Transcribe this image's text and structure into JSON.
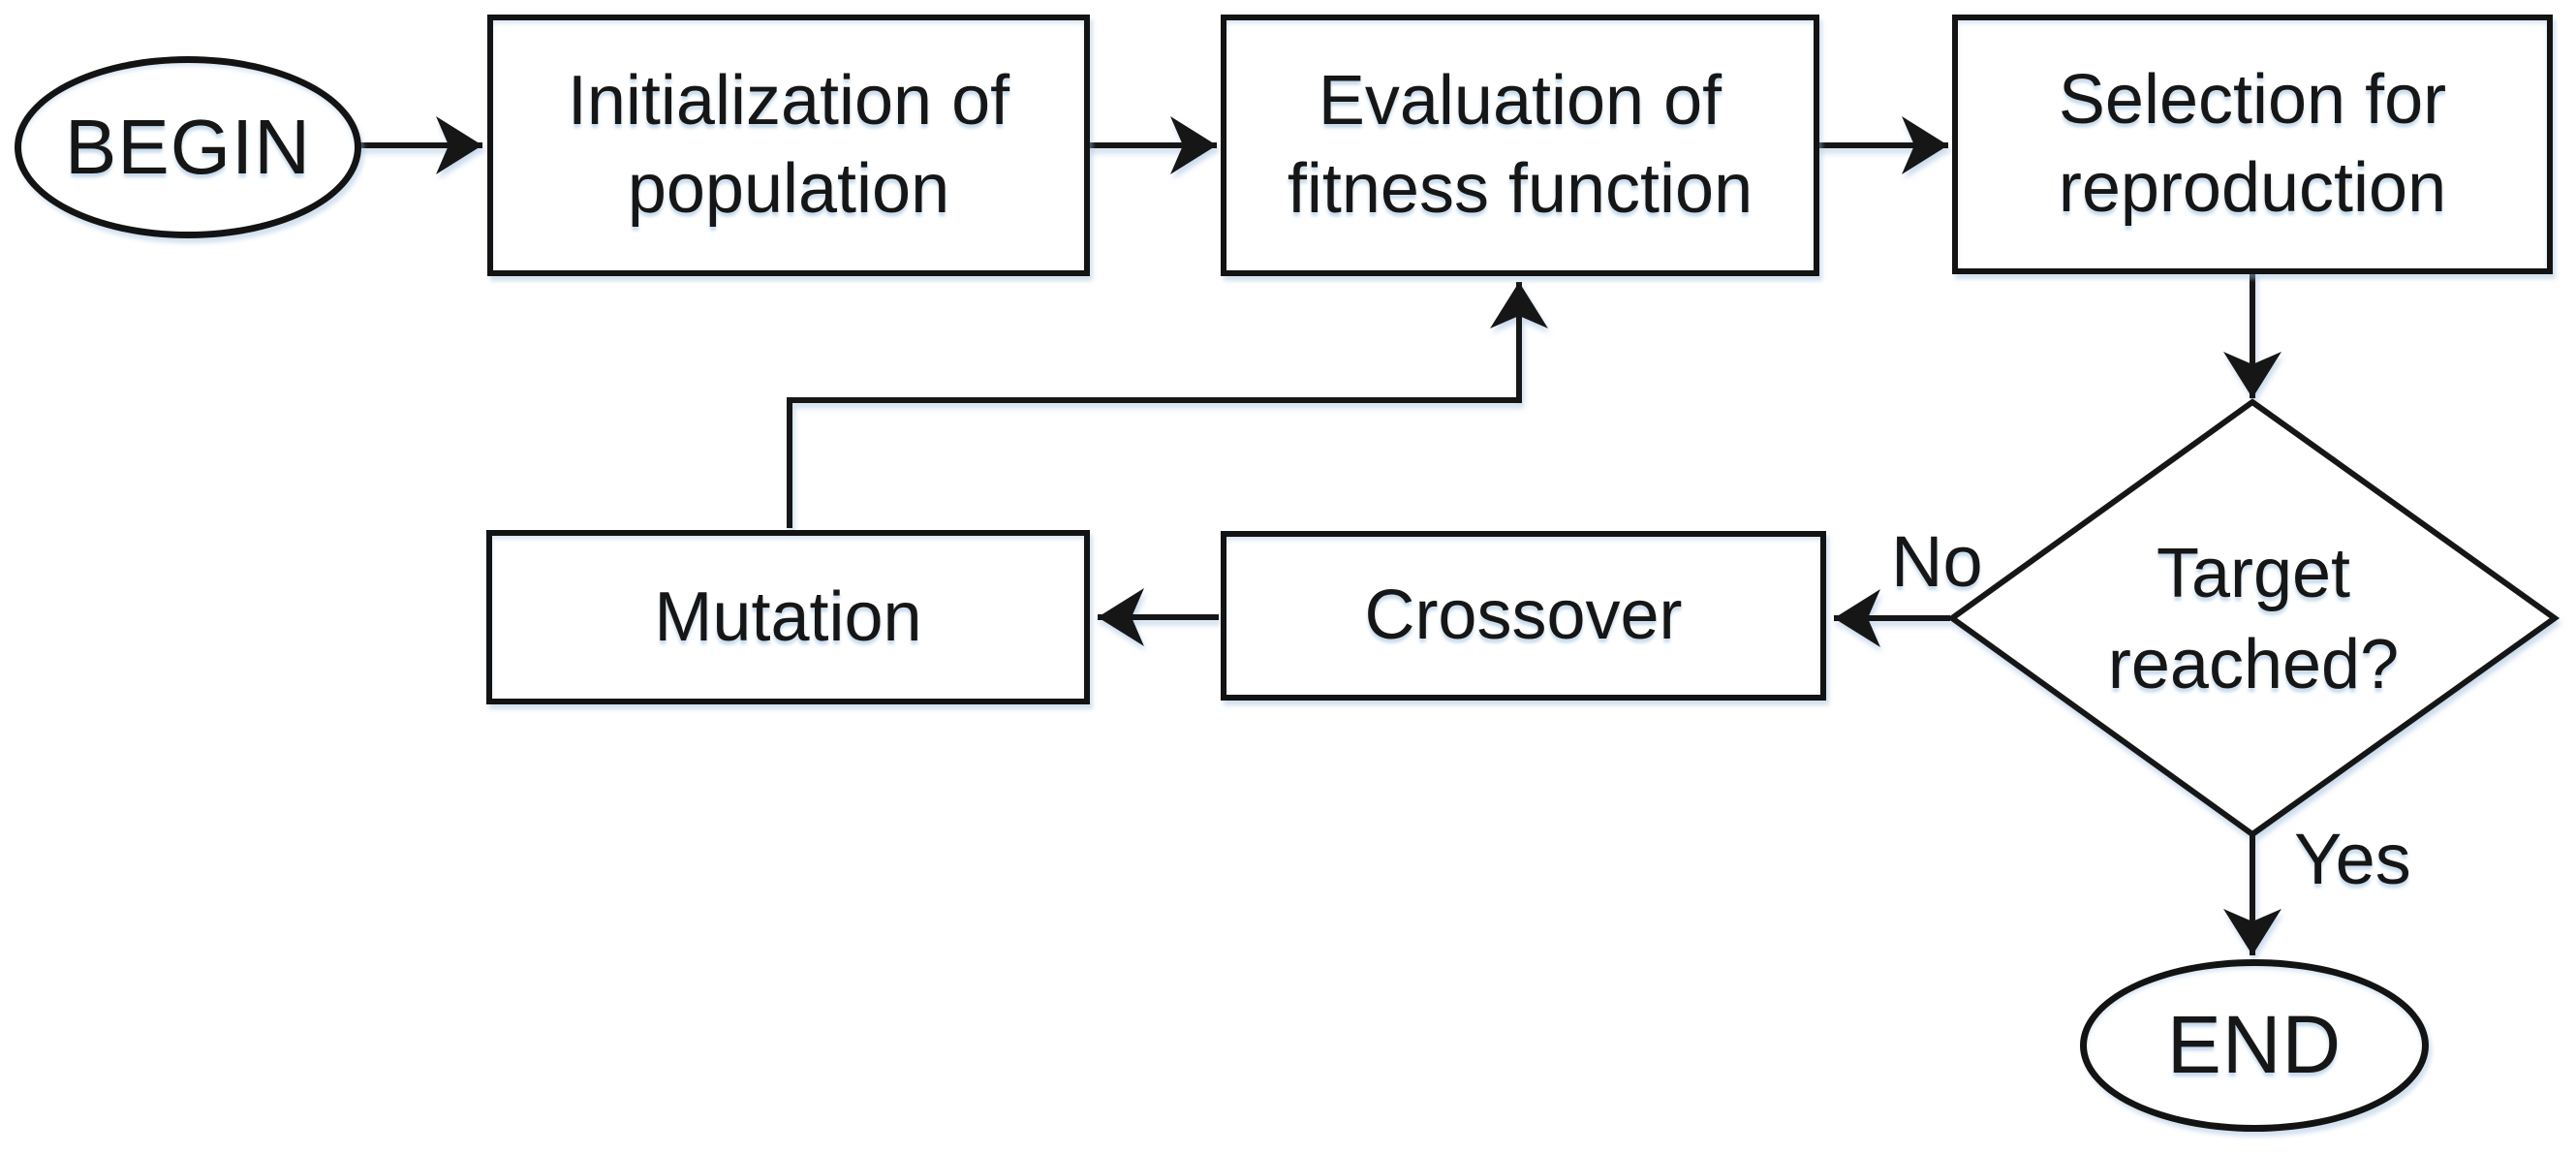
{
  "diagram": {
    "kind": "flowchart",
    "nodes": {
      "begin": {
        "label": "BEGIN",
        "shape": "ellipse"
      },
      "initialization": {
        "label": "Initialization of population",
        "shape": "rect"
      },
      "evaluation": {
        "label": "Evaluation of fitness function",
        "shape": "rect"
      },
      "selection": {
        "label": "Selection for reproduction",
        "shape": "rect"
      },
      "target_reached": {
        "label": "Target reached?",
        "shape": "diamond"
      },
      "crossover": {
        "label": "Crossover",
        "shape": "rect"
      },
      "mutation": {
        "label": "Mutation",
        "shape": "rect"
      },
      "end": {
        "label": "END",
        "shape": "ellipse"
      }
    },
    "edges": [
      {
        "from": "begin",
        "to": "initialization",
        "label": ""
      },
      {
        "from": "initialization",
        "to": "evaluation",
        "label": ""
      },
      {
        "from": "evaluation",
        "to": "selection",
        "label": ""
      },
      {
        "from": "selection",
        "to": "target_reached",
        "label": ""
      },
      {
        "from": "target_reached",
        "to": "crossover",
        "label": "No"
      },
      {
        "from": "crossover",
        "to": "mutation",
        "label": ""
      },
      {
        "from": "mutation",
        "to": "evaluation",
        "label": ""
      },
      {
        "from": "target_reached",
        "to": "end",
        "label": "Yes"
      }
    ],
    "colors": {
      "stroke": "#131313",
      "node_fill": "#ffffff",
      "background": "#ffffff",
      "glow": "#c7d7ec"
    }
  }
}
